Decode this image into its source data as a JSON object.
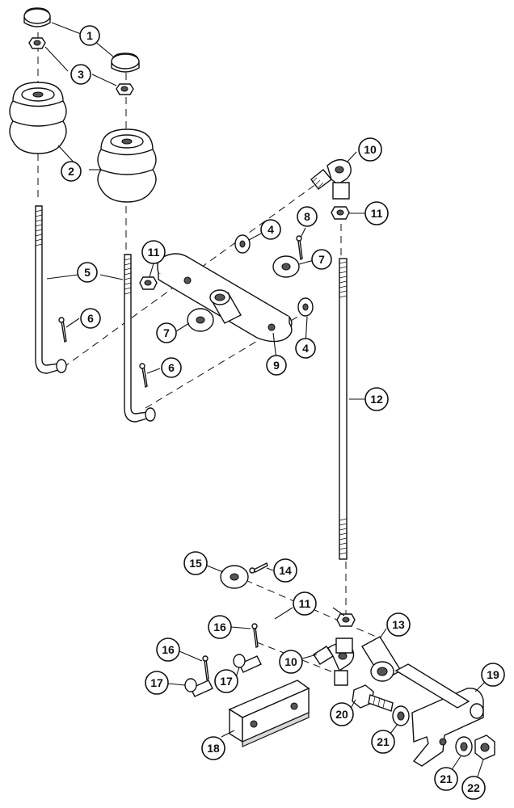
{
  "diagram": {
    "callouts": [
      {
        "id": "c1a",
        "label": "1"
      },
      {
        "id": "c2",
        "label": "2"
      },
      {
        "id": "c3",
        "label": "3"
      },
      {
        "id": "c4a",
        "label": "4"
      },
      {
        "id": "c4b",
        "label": "4"
      },
      {
        "id": "c5",
        "label": "5"
      },
      {
        "id": "c6a",
        "label": "6"
      },
      {
        "id": "c6b",
        "label": "6"
      },
      {
        "id": "c7a",
        "label": "7"
      },
      {
        "id": "c7b",
        "label": "7"
      },
      {
        "id": "c8",
        "label": "8"
      },
      {
        "id": "c9",
        "label": "9"
      },
      {
        "id": "c10a",
        "label": "10"
      },
      {
        "id": "c10b",
        "label": "10"
      },
      {
        "id": "c11a",
        "label": "11"
      },
      {
        "id": "c11b",
        "label": "11"
      },
      {
        "id": "c11c",
        "label": "11"
      },
      {
        "id": "c12",
        "label": "12"
      },
      {
        "id": "c13",
        "label": "13"
      },
      {
        "id": "c14",
        "label": "14"
      },
      {
        "id": "c15",
        "label": "15"
      },
      {
        "id": "c16a",
        "label": "16"
      },
      {
        "id": "c16b",
        "label": "16"
      },
      {
        "id": "c17a",
        "label": "17"
      },
      {
        "id": "c17b",
        "label": "17"
      },
      {
        "id": "c18",
        "label": "18"
      },
      {
        "id": "c19",
        "label": "19"
      },
      {
        "id": "c20",
        "label": "20"
      },
      {
        "id": "c21a",
        "label": "21"
      },
      {
        "id": "c21b",
        "label": "21"
      },
      {
        "id": "c22",
        "label": "22"
      }
    ]
  }
}
